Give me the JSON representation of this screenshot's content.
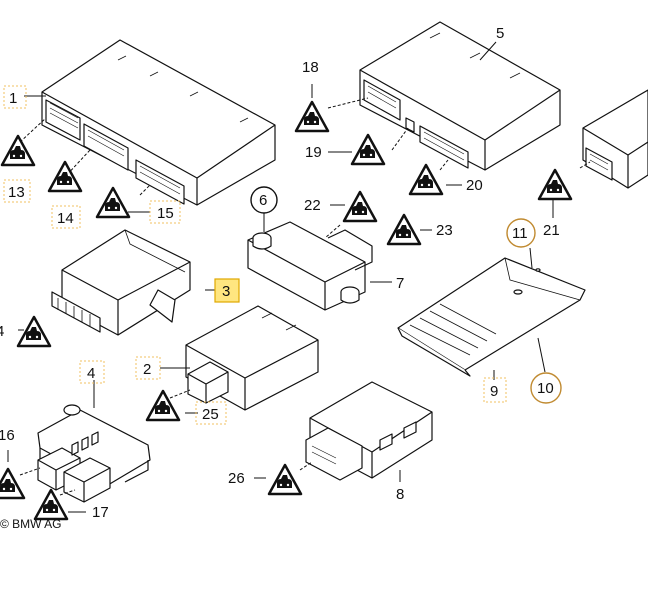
{
  "callouts": {
    "c1": "1",
    "c2": "2",
    "c3": "3",
    "c4": "4",
    "c5": "5",
    "c6": "6",
    "c7": "7",
    "c8": "8",
    "c9": "9",
    "c10": "10",
    "c11": "11",
    "c13": "13",
    "c14": "14",
    "c15": "15",
    "c16": "16",
    "c17": "17",
    "c18": "18",
    "c19": "19",
    "c20": "20",
    "c21": "21",
    "c22": "22",
    "c23": "23",
    "c25": "25",
    "c26": "26",
    "c4b": "4"
  },
  "copyright": "© BMW AG",
  "colors": {
    "highlight_fill": "#ffe680",
    "highlight_stroke": "#e0a800",
    "box_stroke": "#f0c060"
  },
  "icons": {
    "warning": "esd-warning-triangle-icon"
  }
}
